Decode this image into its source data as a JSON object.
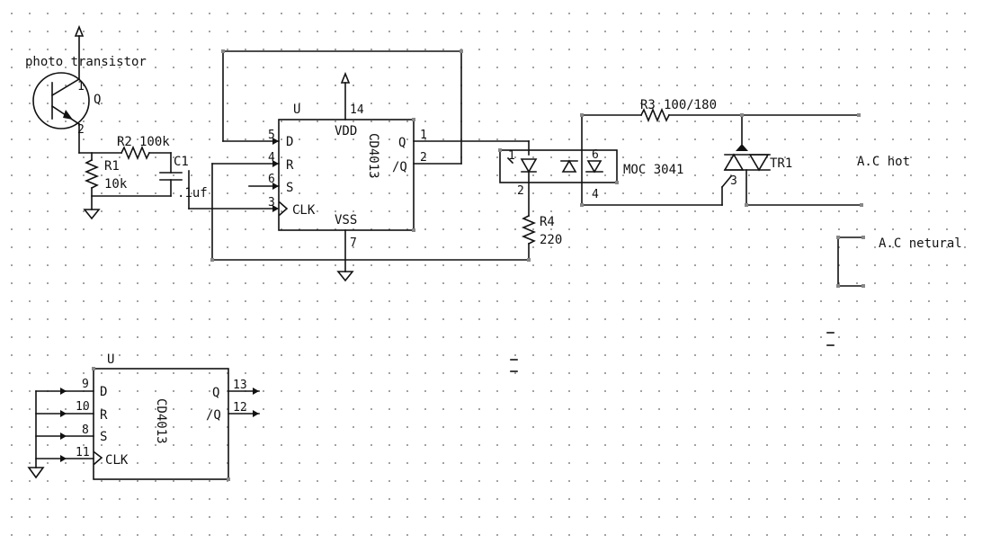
{
  "schematic": {
    "phototransistor": {
      "label": "photo transistor",
      "ref": "Q",
      "pin_c": "1",
      "pin_e": "2"
    },
    "r1": {
      "ref": "R1",
      "value": "10k"
    },
    "r2": {
      "ref": "R2",
      "value": "100k"
    },
    "c1": {
      "ref": "C1",
      "value": ".1uf"
    },
    "u1": {
      "ref": "U",
      "part": "CD4013",
      "pins": {
        "d": "5",
        "r": "4",
        "s": "6",
        "clk": "3",
        "vdd": "14",
        "vss": "7",
        "q": "1",
        "qbar": "2"
      },
      "labels": {
        "d": "D",
        "r": "R",
        "s": "S",
        "clk": "CLK",
        "vdd": "VDD",
        "vss": "VSS",
        "q": "Q",
        "qbar": "/Q"
      }
    },
    "u2": {
      "ref": "U",
      "part": "CD4013",
      "pins": {
        "d": "9",
        "r": "10",
        "s": "8",
        "clk": "11",
        "q": "13",
        "qbar": "12"
      },
      "labels": {
        "d": "D",
        "r": "R",
        "s": "S",
        "clk": "CLK",
        "q": "Q",
        "qbar": "/Q"
      }
    },
    "optocoupler": {
      "part": "MOC 3041",
      "pin1": "1",
      "pin2": "2",
      "pin4": "4",
      "pin6": "6"
    },
    "r3": {
      "ref": "R3",
      "value": "100/180"
    },
    "r4": {
      "ref": "R4",
      "value": "220"
    },
    "triac": {
      "ref": "TR1",
      "gate_pin": "3"
    },
    "ac": {
      "hot": "A.C hot",
      "neutral": "A.C netural"
    },
    "colors": {
      "wire": "#111111",
      "grid_dot": "#8a8a8a",
      "handle": "#888888",
      "background": "#ffffff"
    }
  }
}
